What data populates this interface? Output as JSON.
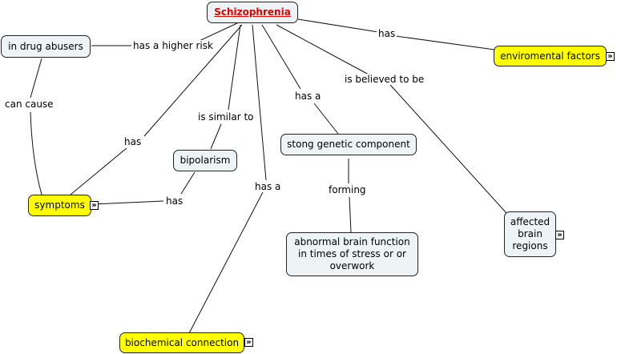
{
  "concepts": {
    "root": "Schizophrenia",
    "drug_abusers": "in drug abusers",
    "environmental": "enviromental factors",
    "bipolarism": "bipolarism",
    "genetic": "stong genetic component",
    "symptoms": "symptoms",
    "abnormal": "abnormal brain function\nin times of stress or or\noverwork",
    "brain_regions": "affected\nbrain\nregions",
    "biochemical": "biochemical connection"
  },
  "links": {
    "higher_risk": "has a higher risk",
    "has_env": "has",
    "can_cause": "can cause",
    "has_symptoms": "has",
    "similar_to": "is similar to",
    "has_a_genetic": "has a",
    "believed": "is believed to be",
    "has_a_biochem": "has a",
    "bipolar_has": "has",
    "forming": "forming"
  },
  "colors": {
    "concept_fill": "#eef3f5",
    "highlight_fill": "#ffff00",
    "root_text": "#e00000"
  },
  "icons": {
    "expand": "»"
  }
}
